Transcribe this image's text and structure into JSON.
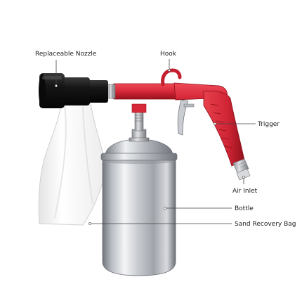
{
  "labels": {
    "nozzle": "Replaceable Nozzle",
    "hook": "Hook",
    "trigger": "Trigger",
    "air_inlet": "Air Inlet",
    "bottle": "Bottle",
    "bag": "Sand Recovery Bag"
  },
  "colors": {
    "gun_red": "#d62839",
    "gun_red_dark": "#a3121f",
    "nozzle_black": "#1e1e1e",
    "metal_light": "#e9ebee",
    "metal_mid": "#b8bcc2",
    "metal_dark": "#7d8187",
    "bag_white": "#fafafa",
    "leader_line": "#444444"
  }
}
